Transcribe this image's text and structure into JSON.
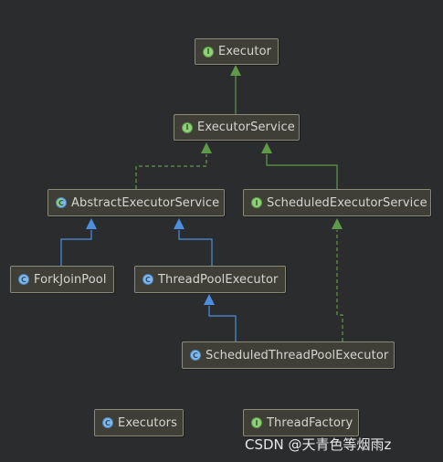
{
  "nodes": {
    "executor": {
      "label": "Executor",
      "kind": "interface",
      "badge": "I"
    },
    "executor_service": {
      "label": "ExecutorService",
      "kind": "interface",
      "badge": "I"
    },
    "abstract_executor_service": {
      "label": "AbstractExecutorService",
      "kind": "abstract",
      "badge": "C"
    },
    "scheduled_executor_service": {
      "label": "ScheduledExecutorService",
      "kind": "interface",
      "badge": "I"
    },
    "fork_join_pool": {
      "label": "ForkJoinPool",
      "kind": "class",
      "badge": "C"
    },
    "thread_pool_executor": {
      "label": "ThreadPoolExecutor",
      "kind": "class",
      "badge": "C"
    },
    "scheduled_thread_pool_executor": {
      "label": "ScheduledThreadPoolExecutor",
      "kind": "class",
      "badge": "C"
    },
    "executors": {
      "label": "Executors",
      "kind": "class",
      "badge": "C"
    },
    "thread_factory": {
      "label": "ThreadFactory",
      "kind": "interface",
      "badge": "I"
    }
  },
  "edges": [
    {
      "from": "executor_service",
      "to": "executor",
      "type": "extends-interface"
    },
    {
      "from": "abstract_executor_service",
      "to": "executor_service",
      "type": "implements"
    },
    {
      "from": "scheduled_executor_service",
      "to": "executor_service",
      "type": "extends-interface"
    },
    {
      "from": "fork_join_pool",
      "to": "abstract_executor_service",
      "type": "extends"
    },
    {
      "from": "thread_pool_executor",
      "to": "abstract_executor_service",
      "type": "extends"
    },
    {
      "from": "scheduled_thread_pool_executor",
      "to": "thread_pool_executor",
      "type": "extends"
    },
    {
      "from": "scheduled_thread_pool_executor",
      "to": "scheduled_executor_service",
      "type": "implements"
    }
  ],
  "colors": {
    "background": "#2b2c2e",
    "interface_arrow": "#5f9a48",
    "class_arrow": "#4c8fe0"
  },
  "watermark": "CSDN @天青色等烟雨z"
}
